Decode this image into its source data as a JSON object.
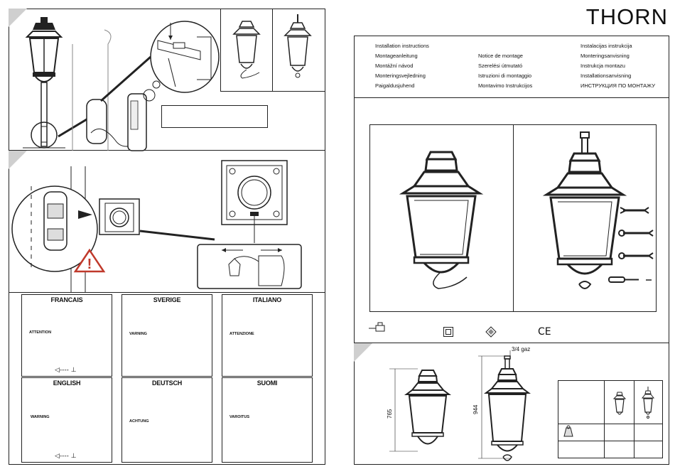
{
  "brand": {
    "logo_text": "THORN"
  },
  "instructions": {
    "col1": [
      "Installation instructions",
      "Montageanleitung",
      "Montážní návod",
      "Monteringsvejledning",
      "Paigaldusjuhend"
    ],
    "col2": [
      "Notice de montage",
      "Szerelési útmutató",
      "Istruzioni di montaggio",
      "Montavimo Instrukcijos"
    ],
    "col3": [
      "Instalacijas instrukcija",
      "Monteringsanvisning",
      "Instrukcja montazu",
      "Installationsanvisning",
      "ИНСТРУКЦИЯ ПО МОНТАЖУ"
    ]
  },
  "languages": [
    {
      "title": "FRANCAIS",
      "warning": "ATTENTION"
    },
    {
      "title": "SVERIGE",
      "warning": "VARNING"
    },
    {
      "title": "ITALIANO",
      "warning": "ATTENZIONE"
    },
    {
      "title": "ENGLISH",
      "warning": "WARNING"
    },
    {
      "title": "DEUTSCH",
      "warning": "ACHTUNG"
    },
    {
      "title": "SUOMI",
      "warning": "VAROITUS"
    }
  ],
  "lang_symbol": "◁---- ⊥",
  "certifications": {
    "ce": "CE"
  },
  "dimensions": {
    "thread": "3/4 gaz",
    "height_a": "765",
    "height_b": "944"
  },
  "icons": [
    "lock-icon",
    "square-icon",
    "class-icon",
    "ce-mark",
    "wrench-icon",
    "screwdriver-icon",
    "warning-icon",
    "car-icon",
    "arrow-left-icon"
  ]
}
